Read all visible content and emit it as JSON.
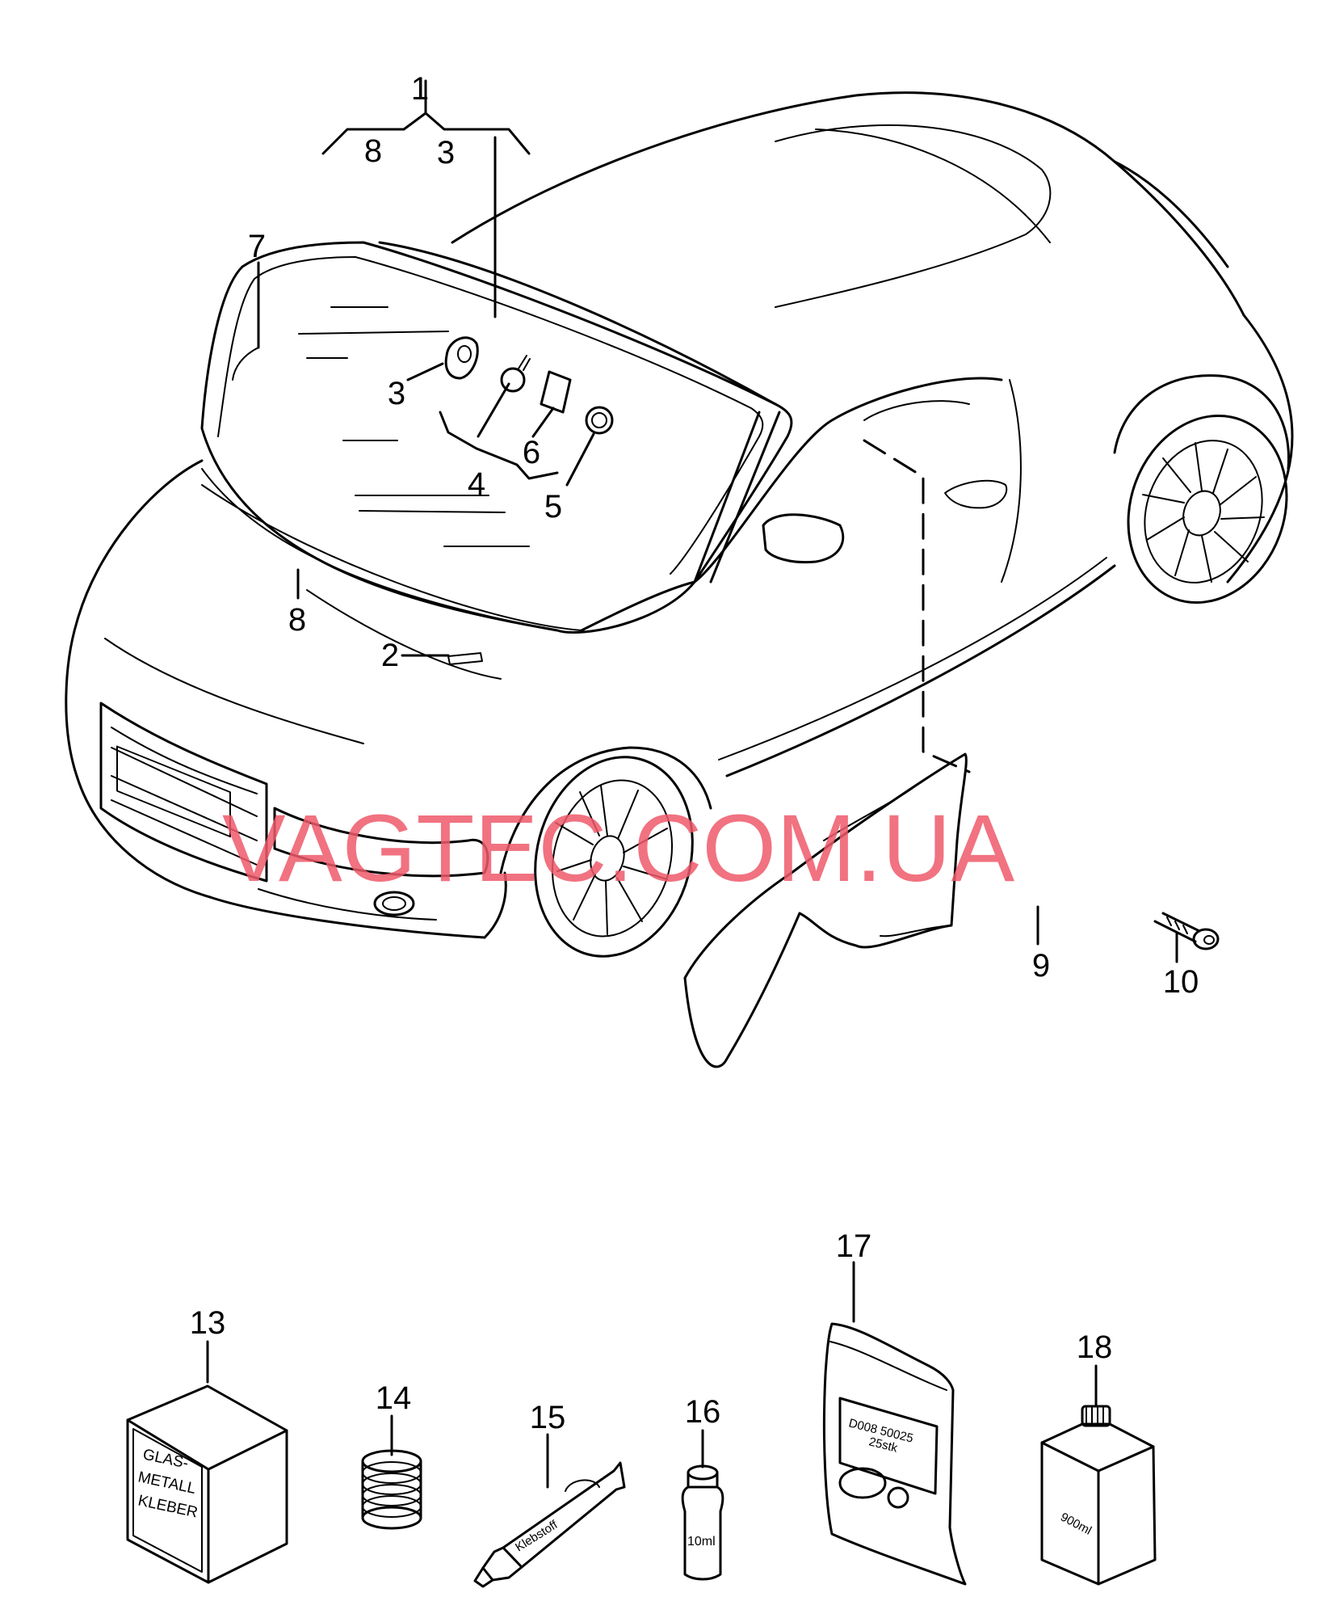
{
  "watermark": "VAGTEC.COM.UA",
  "callouts": {
    "c1": "1",
    "c8top": "8",
    "c3top": "3",
    "c7": "7",
    "c3": "3",
    "c4": "4",
    "c6": "6",
    "c5": "5",
    "c8": "8",
    "c2": "2",
    "c9": "9",
    "c10": "10",
    "c13": "13",
    "c14": "14",
    "c15": "15",
    "c16": "16",
    "c17": "17",
    "c18": "18"
  },
  "products": {
    "box_line1": "GLAS-",
    "box_line2": "METALL",
    "box_line3": "KLEBER",
    "tube_text": "Klebstoff",
    "bottle_small": "10ml",
    "bag_line1": "D008 50025",
    "bag_line2": "25stk",
    "bottle_large": "900ml"
  }
}
